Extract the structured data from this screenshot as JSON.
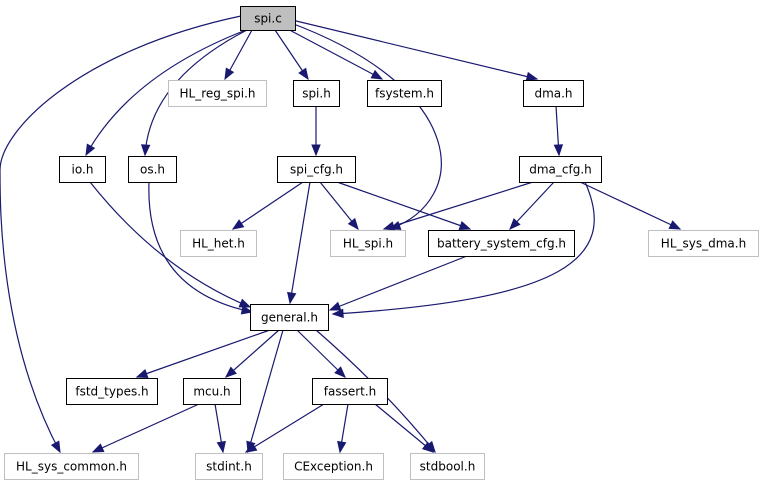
{
  "colors": {
    "edge": "#191970",
    "root_fill": "#bfbfbf",
    "node_fill": "#ffffff",
    "node_border": "#000000",
    "external_border": "#bfbfbf",
    "text": "#000000"
  },
  "nodes": [
    {
      "id": "spi_c",
      "label": "spi.c",
      "kind": "root"
    },
    {
      "id": "hl_reg_spi_h",
      "label": "HL_reg_spi.h",
      "kind": "external"
    },
    {
      "id": "spi_h",
      "label": "spi.h",
      "kind": "normal"
    },
    {
      "id": "fsystem_h",
      "label": "fsystem.h",
      "kind": "normal"
    },
    {
      "id": "dma_h",
      "label": "dma.h",
      "kind": "normal"
    },
    {
      "id": "io_h",
      "label": "io.h",
      "kind": "normal"
    },
    {
      "id": "os_h",
      "label": "os.h",
      "kind": "normal"
    },
    {
      "id": "spi_cfg_h",
      "label": "spi_cfg.h",
      "kind": "normal"
    },
    {
      "id": "dma_cfg_h",
      "label": "dma_cfg.h",
      "kind": "normal"
    },
    {
      "id": "hl_het_h",
      "label": "HL_het.h",
      "kind": "external"
    },
    {
      "id": "hl_spi_h",
      "label": "HL_spi.h",
      "kind": "external"
    },
    {
      "id": "battery_system_cfg_h",
      "label": "battery_system_cfg.h",
      "kind": "normal"
    },
    {
      "id": "hl_sys_dma_h",
      "label": "HL_sys_dma.h",
      "kind": "external"
    },
    {
      "id": "general_h",
      "label": "general.h",
      "kind": "normal"
    },
    {
      "id": "fstd_types_h",
      "label": "fstd_types.h",
      "kind": "normal"
    },
    {
      "id": "mcu_h",
      "label": "mcu.h",
      "kind": "normal"
    },
    {
      "id": "fassert_h",
      "label": "fassert.h",
      "kind": "normal"
    },
    {
      "id": "hl_sys_common_h",
      "label": "HL_sys_common.h",
      "kind": "external"
    },
    {
      "id": "stdint_h",
      "label": "stdint.h",
      "kind": "external"
    },
    {
      "id": "cexception_h",
      "label": "CException.h",
      "kind": "external"
    },
    {
      "id": "stdbool_h",
      "label": "stdbool.h",
      "kind": "external"
    }
  ],
  "edges": [
    {
      "from": "spi_c",
      "to": "hl_reg_spi_h"
    },
    {
      "from": "spi_c",
      "to": "spi_h"
    },
    {
      "from": "spi_c",
      "to": "fsystem_h"
    },
    {
      "from": "spi_c",
      "to": "dma_h"
    },
    {
      "from": "spi_c",
      "to": "io_h"
    },
    {
      "from": "spi_c",
      "to": "os_h"
    },
    {
      "from": "spi_c",
      "to": "hl_spi_h"
    },
    {
      "from": "spi_c",
      "to": "hl_sys_common_h"
    },
    {
      "from": "spi_h",
      "to": "spi_cfg_h"
    },
    {
      "from": "dma_h",
      "to": "dma_cfg_h"
    },
    {
      "from": "spi_cfg_h",
      "to": "hl_het_h"
    },
    {
      "from": "spi_cfg_h",
      "to": "hl_spi_h"
    },
    {
      "from": "spi_cfg_h",
      "to": "battery_system_cfg_h"
    },
    {
      "from": "spi_cfg_h",
      "to": "general_h"
    },
    {
      "from": "dma_cfg_h",
      "to": "hl_spi_h"
    },
    {
      "from": "dma_cfg_h",
      "to": "battery_system_cfg_h"
    },
    {
      "from": "dma_cfg_h",
      "to": "hl_sys_dma_h"
    },
    {
      "from": "dma_cfg_h",
      "to": "general_h"
    },
    {
      "from": "io_h",
      "to": "general_h"
    },
    {
      "from": "os_h",
      "to": "general_h"
    },
    {
      "from": "battery_system_cfg_h",
      "to": "general_h"
    },
    {
      "from": "general_h",
      "to": "fstd_types_h"
    },
    {
      "from": "general_h",
      "to": "mcu_h"
    },
    {
      "from": "general_h",
      "to": "fassert_h"
    },
    {
      "from": "general_h",
      "to": "stdint_h"
    },
    {
      "from": "general_h",
      "to": "stdbool_h"
    },
    {
      "from": "mcu_h",
      "to": "hl_sys_common_h"
    },
    {
      "from": "mcu_h",
      "to": "stdint_h"
    },
    {
      "from": "fassert_h",
      "to": "stdint_h"
    },
    {
      "from": "fassert_h",
      "to": "cexception_h"
    },
    {
      "from": "fassert_h",
      "to": "stdbool_h"
    }
  ]
}
